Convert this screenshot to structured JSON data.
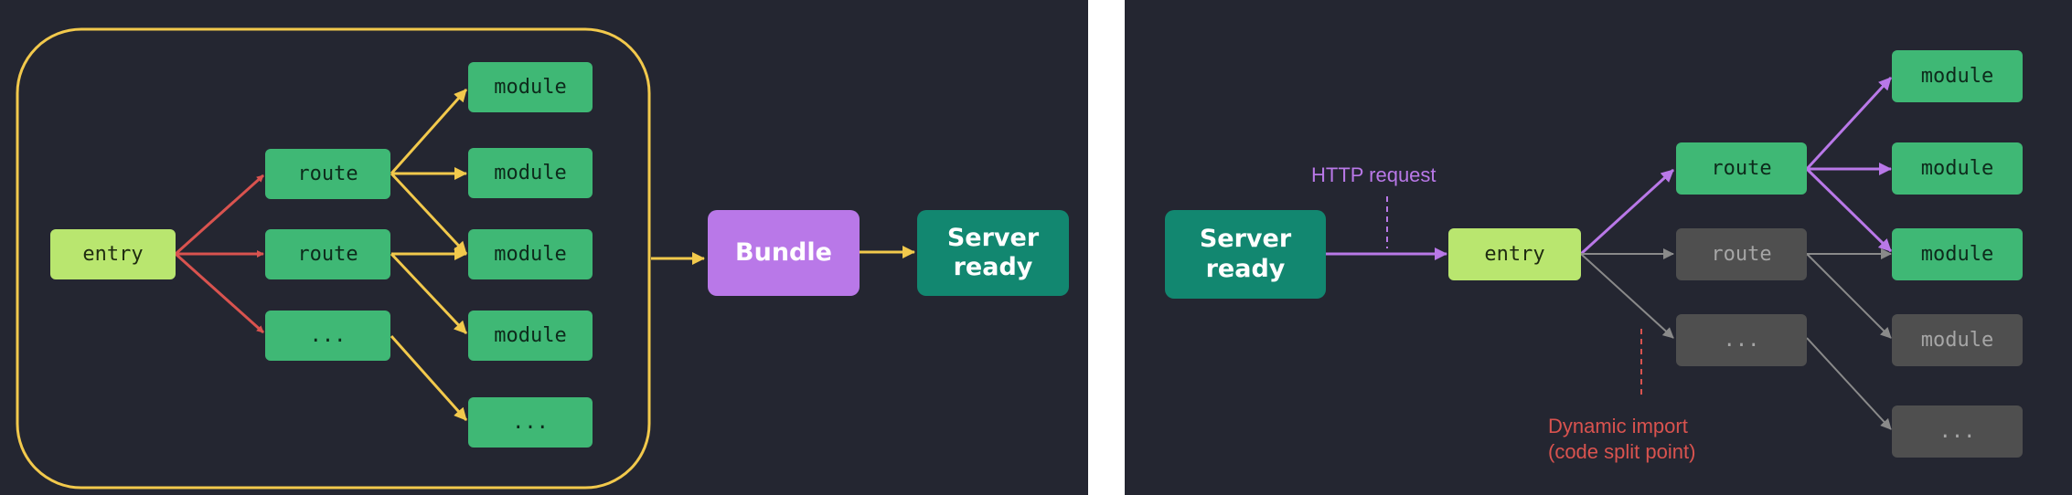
{
  "colors": {
    "background": "#242631",
    "bundle_outline": "#f2c94c",
    "module_green": "#3fb875",
    "entry_lime": "#b9e66f",
    "bundle_purple": "#b978e8",
    "server_teal": "#128770",
    "inactive_grey": "#4f4f4f",
    "red_arrow": "#d9534f",
    "purple_arrow": "#b978e8",
    "grey_arrow": "#8a8a8a",
    "annotation_red": "#d9534f"
  },
  "bundle_diagram": {
    "entry": "entry",
    "routes": [
      "route",
      "route",
      "..."
    ],
    "modules": [
      "module",
      "module",
      "module",
      "module",
      "..."
    ],
    "bundle": "Bundle",
    "server": "Server\nready"
  },
  "esm_diagram": {
    "server": "Server\nready",
    "http_label": "HTTP request",
    "entry": "entry",
    "routes": [
      "route",
      "route",
      "..."
    ],
    "modules": [
      "module",
      "module",
      "module",
      "module",
      "..."
    ],
    "dynamic_import_label": "Dynamic import\n(code split point)"
  }
}
